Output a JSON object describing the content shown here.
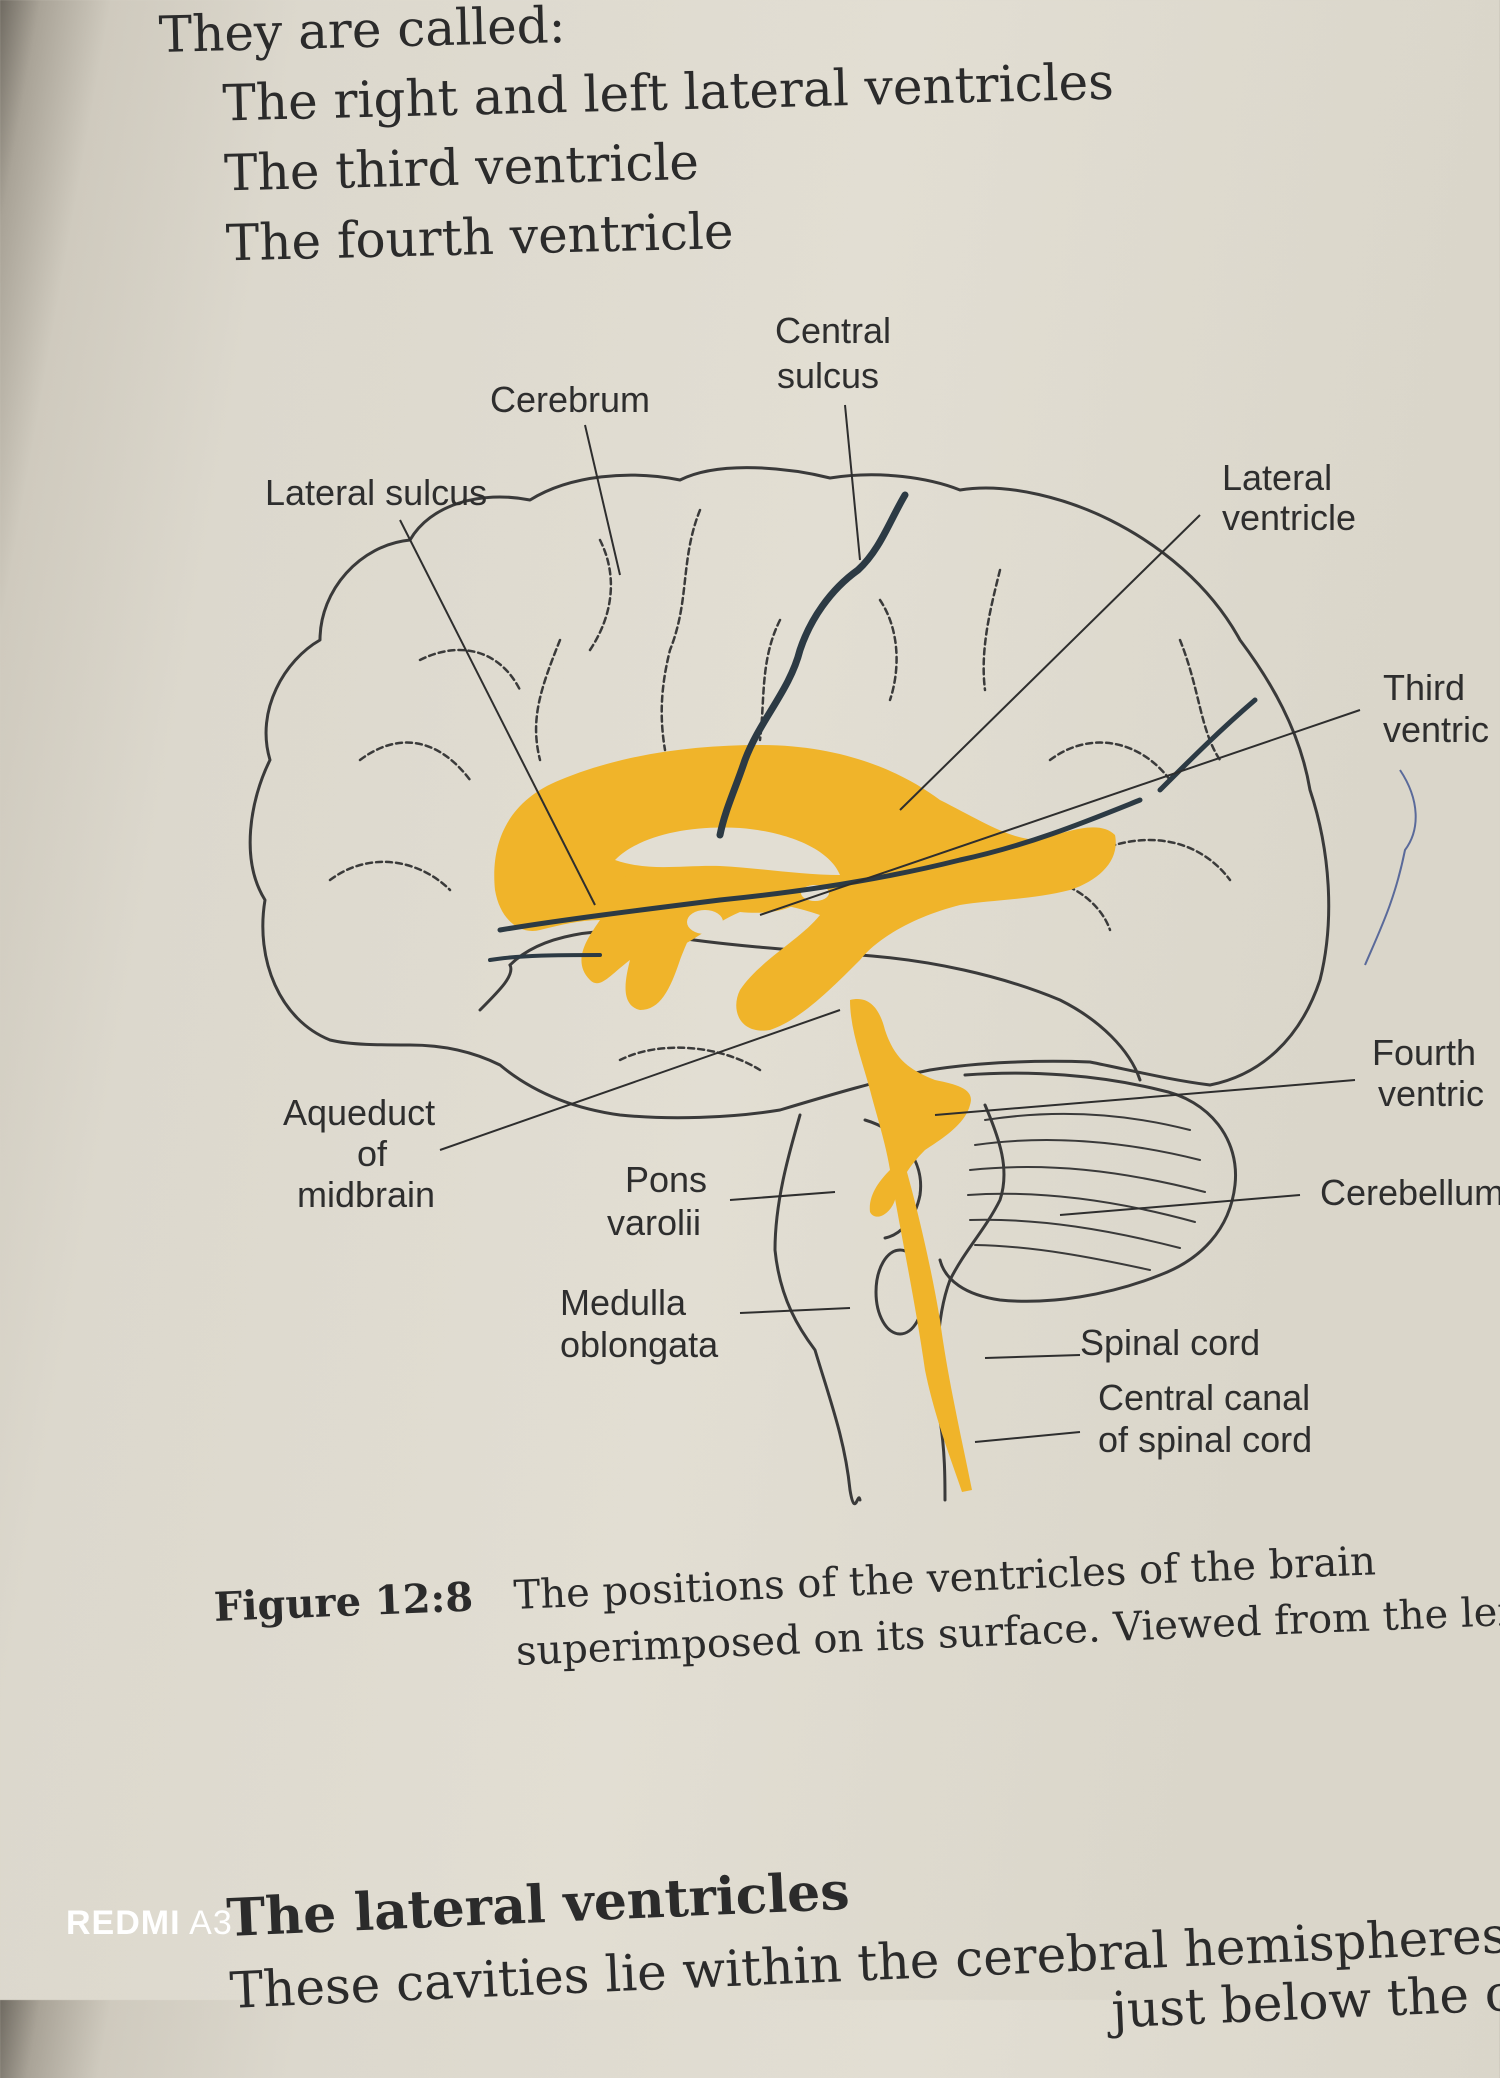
{
  "intro": {
    "lead": "They are called:",
    "items": [
      "The right and left lateral ventricles",
      "The third ventricle",
      "The fourth ventricle"
    ]
  },
  "figure": {
    "labels": {
      "cerebrum": "Cerebrum",
      "central_sulcus": [
        "Central",
        "sulcus"
      ],
      "lateral_sulcus": "Lateral sulcus",
      "lateral_ventricle": [
        "Lateral",
        "ventricle"
      ],
      "third_ventricle": [
        "Third",
        "ventric"
      ],
      "fourth_ventricle": [
        "Fourth",
        "ventric"
      ],
      "cerebellum": "Cerebellum",
      "aqueduct": [
        "Aqueduct",
        "of",
        "midbrain"
      ],
      "pons": [
        "Pons",
        "varolii"
      ],
      "medulla": [
        "Medulla",
        "oblongata"
      ],
      "spinal_cord": "Spinal cord",
      "central_canal": [
        "Central canal",
        "of spinal cord"
      ]
    },
    "colors": {
      "ventricles": "#f0b42a",
      "outline": "#3a3a3a",
      "sulcus": "#2c3a44",
      "page": "#e2ded3"
    }
  },
  "caption": {
    "number": "Figure 12:8",
    "line1": "The positions of the ventricles of the brain",
    "line2": "superimposed on its surface. Viewed from the left s"
  },
  "section": {
    "heading": "The lateral ventricles",
    "body": "These cavities lie within the cerebral hemispheres,",
    "body2": "just below the co"
  },
  "watermark": {
    "brand": "REDMI",
    "model": "A3"
  }
}
